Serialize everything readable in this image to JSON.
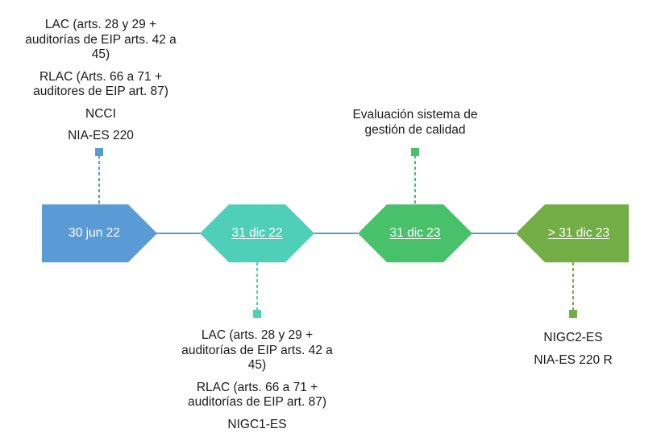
{
  "colors": {
    "stage1": "#5b9bd5",
    "stage2": "#4fcfb8",
    "stage3": "#48c16a",
    "stage4": "#73ad45",
    "connector": "#5b9bd5"
  },
  "stages": [
    {
      "label": "30 jun 22"
    },
    {
      "label": "31 dic 22"
    },
    {
      "label": "31 dic 23"
    },
    {
      "label": "> 31 dic 23"
    }
  ],
  "notes": {
    "stage1_top": [
      "LAC (arts. 28 y 29 + auditorías de EIP arts. 42 a 45)",
      "RLAC (Arts. 66 a 71 + auditores de EIP art. 87)",
      "NCCI",
      "NIA-ES 220"
    ],
    "stage2_bottom": [
      "LAC (arts. 28 y 29 + auditorías de EIP arts. 42 a 45)",
      "RLAC (arts. 66 a 71 + auditorías de EIP art. 87)",
      "NIGC1-ES"
    ],
    "stage3_top": [
      "Evaluación sistema de gestión de calidad"
    ],
    "stage4_bottom": [
      "NIGC2-ES",
      "NIA-ES 220 R"
    ]
  }
}
